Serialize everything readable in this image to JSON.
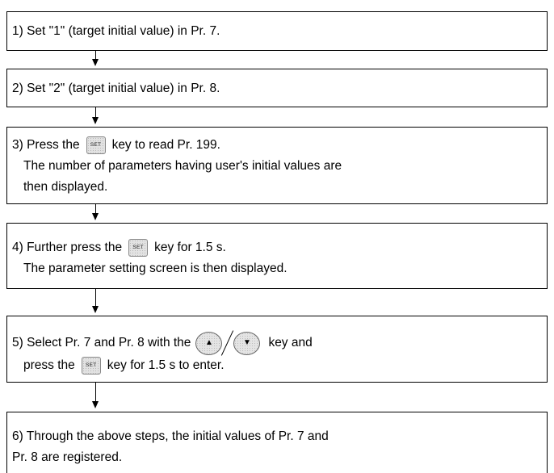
{
  "steps": [
    {
      "lines": [
        "1) Set \"1\" (target initial value) in Pr. 7."
      ]
    },
    {
      "lines": [
        "2) Set \"2\" (target initial value) in Pr. 8."
      ]
    },
    {
      "line1_before": "3) Press the",
      "line1_after": "key to read Pr. 199.",
      "line2": "The number of parameters having user's initial values are",
      "line3": "then displayed."
    },
    {
      "line1_before": "4) Further press the",
      "line1_after": "key for 1.5 s.",
      "line2": "The parameter setting screen is then displayed."
    },
    {
      "line1_before": "5) Select Pr. 7 and Pr. 8 with the",
      "line1_after": "key and",
      "line2_before": "press the",
      "line2_after": "key for 1.5 s to enter."
    },
    {
      "lines": [
        "6) Through the above steps, the initial values of Pr. 7 and",
        "Pr. 8 are registered."
      ]
    }
  ],
  "keys": {
    "set_label": "SET",
    "up_icon": "up-triangle-icon",
    "down_icon": "down-triangle-icon",
    "up_glyph": "▲",
    "down_glyph": "▼"
  }
}
